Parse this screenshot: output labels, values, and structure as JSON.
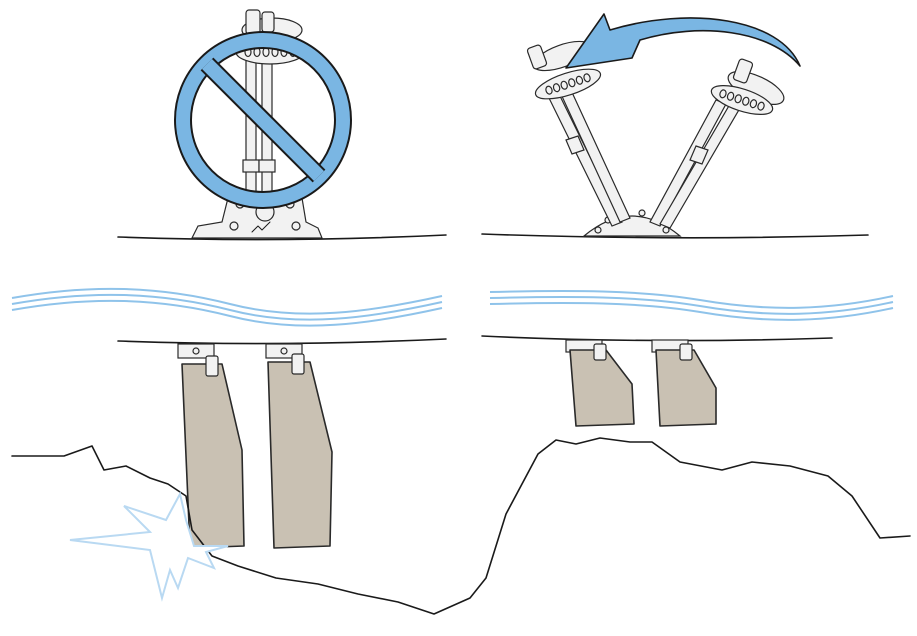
{
  "diagram": {
    "panels": [
      {
        "id": "incorrect",
        "meaning": "fins-down-into-seabed-prohibited"
      },
      {
        "id": "correct",
        "meaning": "fins-retracted-over-seabed"
      }
    ],
    "colors": {
      "line": "#1a1a1a",
      "water_blue": "#8fc3ea",
      "accent_blue": "#7ab6e3",
      "fin_fill": "#c9c1b3",
      "fin_stroke": "#2a2a2a",
      "mechanism_fill": "#f2f2f2",
      "impact_blue": "#b9d9f2"
    },
    "icons": [
      "prohibited-icon",
      "rotate-arrow-icon",
      "impact-burst-icon"
    ]
  }
}
